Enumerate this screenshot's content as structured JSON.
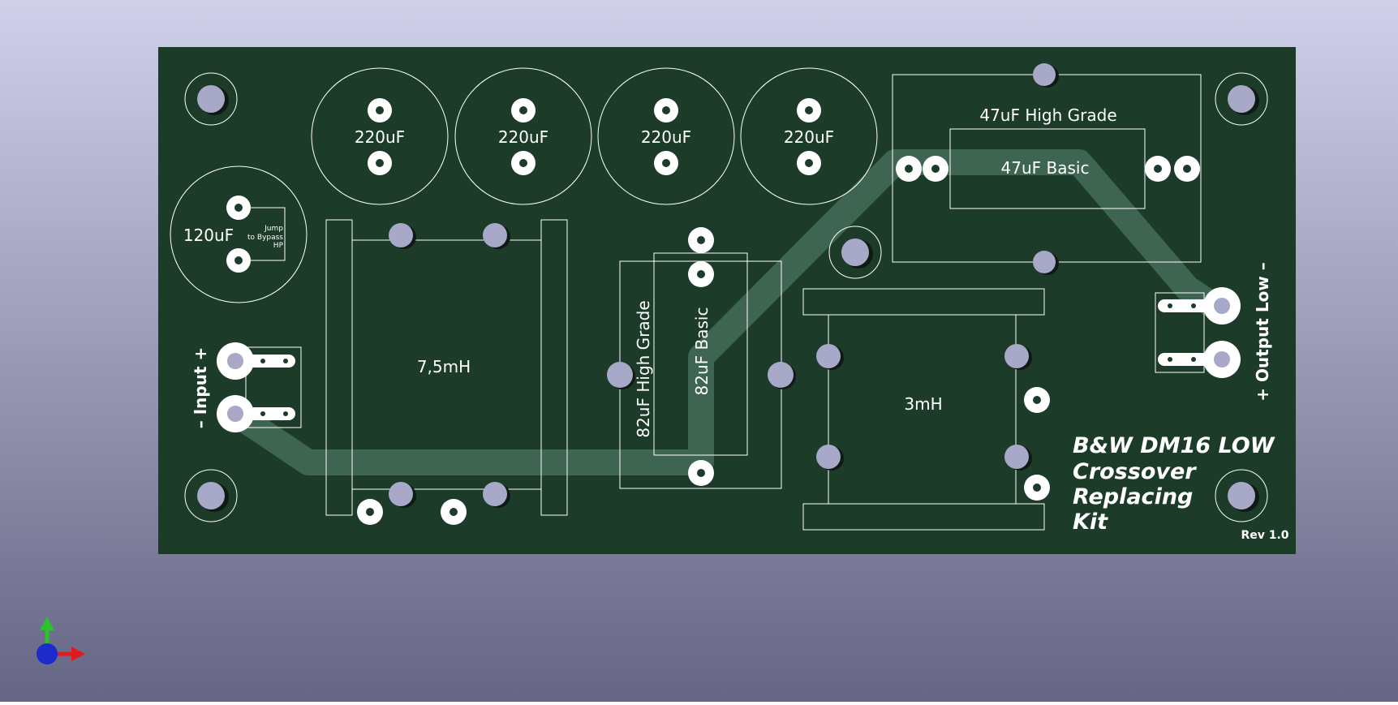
{
  "colors": {
    "background_top": "#cfd0e9",
    "background_bottom": "#656584",
    "board": "#1c3b29",
    "silkscreen": "#ffffff",
    "pad_copper": "#ffffff",
    "pad_drill": "#1c3b29",
    "hole": "#a8a8c8",
    "trace": "#3e6452",
    "axis_x": "#e01b1b",
    "axis_y": "#2dc12d",
    "axis_z": "#1c2bcc"
  },
  "capacitors_large": [
    {
      "label": "220uF"
    },
    {
      "label": "220uF"
    },
    {
      "label": "220uF"
    },
    {
      "label": "220uF"
    }
  ],
  "cap_120": {
    "label": "120uF",
    "note_line1": "Jump",
    "note_line2": "to Bypass",
    "note_line3": "HP"
  },
  "cap_47": {
    "label_high": "47uF High Grade",
    "label_basic": "47uF Basic"
  },
  "inductor_7_5": {
    "label": "7,5mH"
  },
  "inductor_3": {
    "label": "3mH"
  },
  "cap_82": {
    "label_high": "82uF High Grade",
    "label_basic": "82uF Basic"
  },
  "connectors": {
    "input_label": "– Input +",
    "output_label": "+ Output Low –"
  },
  "title": {
    "line1": "B&W DM16 LOW",
    "line2": "Crossover",
    "line3": "Replacing",
    "line4": "Kit",
    "revision": "Rev 1.0"
  },
  "icons": {
    "axis_gizmo": "axis-orientation-icon"
  }
}
